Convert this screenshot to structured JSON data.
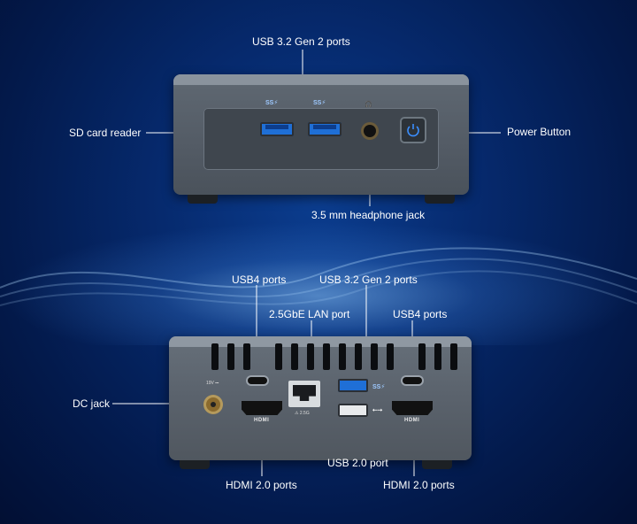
{
  "front": {
    "usb32_label": "USB 3.2 Gen 2 ports",
    "sd_label": "SD card reader",
    "power_label": "Power Button",
    "headphone_label": "3.5 mm headphone jack"
  },
  "rear": {
    "usb4_left_label": "USB4 ports",
    "usb32_label": "USB 3.2 Gen 2 ports",
    "lan_label": "2.5GbE LAN port",
    "usb4_right_label": "USB4 ports",
    "dc_label": "DC jack",
    "usb20_label": "USB 2.0 port",
    "hdmi_left_label": "HDMI 2.0 ports",
    "hdmi_right_label": "HDMI 2.0 ports",
    "hdmi_port_text": "HDMI"
  },
  "colors": {
    "background": "#062a6e",
    "usb3_blue": "#1f6fd6",
    "device_gray": "#5a626c"
  }
}
